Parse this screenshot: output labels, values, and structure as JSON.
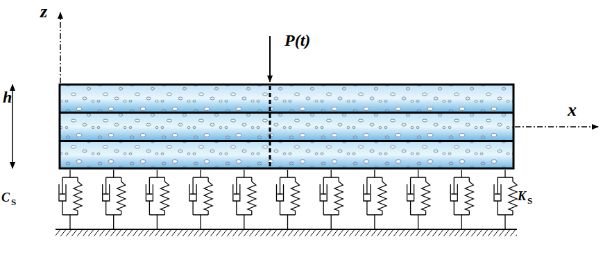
{
  "diagram": {
    "labels": [
      "z",
      "P(t)",
      "h",
      "x",
      "C",
      "S",
      "K",
      "S"
    ]
  }
}
